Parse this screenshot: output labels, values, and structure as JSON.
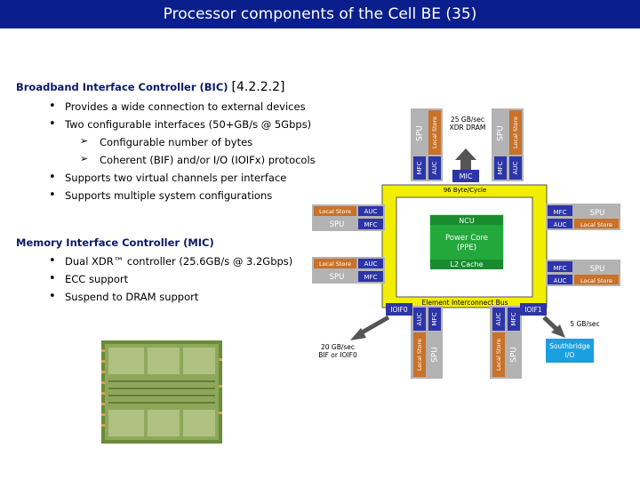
{
  "title": "Processor components of the Cell BE (35)",
  "bic": {
    "heading": "Broadband Interface Controller (BIC)",
    "ref": "[4.2.2.2]",
    "bullets": [
      "Provides a wide connection to external devices",
      "Two configurable interfaces (50+GB/s @ 5Gbps)"
    ],
    "sub_bullets": [
      "Configurable number of bytes",
      "Coherent (BIF) and/or I/O (IOIFx) protocols"
    ],
    "bullets2": [
      "Supports two virtual channels per interface",
      "Supports multiple system configurations"
    ]
  },
  "mic": {
    "heading": "Memory Interface Controller (MIC)",
    "bullets": [
      "Dual XDR™ controller (25.6GB/s @ 3.2Gbps)",
      "ECC support",
      "Suspend to DRAM support"
    ]
  },
  "diagram": {
    "colors": {
      "spe_bg": "#b3b3b3",
      "local_store": "#c8722a",
      "mfc": "#2d35a8",
      "auc": "#2d35a8",
      "bus": "#f2ee00",
      "ppe": "#22a83b",
      "mic": "#2d35a8",
      "southbridge": "#1aa0e0"
    },
    "labels": {
      "spu": "SPU",
      "local_store": "Local Store",
      "mfc": "MFC",
      "auc": "AUC",
      "mic": "MIC",
      "xdr": "25 GB/sec\nXDR DRAM",
      "cycle": "96 Byte/Cycle",
      "ncu": "NCU",
      "power_core": "Power Core\n(PPE)",
      "l2": "L2 Cache",
      "eib": "Element Interconnect Bus",
      "ioif0": "IOIF0",
      "ioif1": "IOIF1",
      "left_bw": "20 GB/sec\nBIF or IOIF0",
      "right_bw": "5 GB/sec",
      "southbridge": "Southbridge\nI/O"
    }
  }
}
